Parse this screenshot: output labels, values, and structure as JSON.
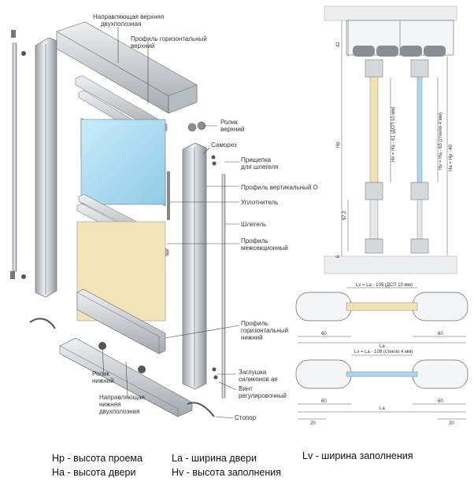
{
  "callouts": {
    "top_guide": [
      "Направляющая верхняя",
      "двухполозная"
    ],
    "top_profile": [
      "Профиль горизонтальный",
      "верхний"
    ],
    "top_roller": [
      "Ролик",
      "верхний"
    ],
    "screw": "Саморез",
    "clip": [
      "Прищепка",
      "для шлегеля"
    ],
    "vertical_profile": "Профиль вертикальный О",
    "seal": "Уплотнитель",
    "schlegel": "Шлегель",
    "midsection_profile": [
      "Профиль",
      "межсекционный"
    ],
    "bottom_profile": [
      "Профиль",
      "горизонтальный",
      "нижний"
    ],
    "bottom_roller": [
      "Ролик",
      "нижний"
    ],
    "bottom_guide": [
      "Направляющая",
      "нижняя",
      "двухполозная"
    ],
    "silicone_plug": [
      "Заглушка",
      "силиконов ая"
    ],
    "adjust_screw": [
      "Винт",
      "регулировочный"
    ],
    "stopper": "Стопор"
  },
  "section": {
    "h42": "42",
    "hp": "Hp",
    "ha_minus_40": "Ha = Hp - 40",
    "hv_dsp": "Hv = Ha - 61 (ДСП 10 мм)",
    "hv_glass": "Hv = Ha - 63 (стекло 4 мм)",
    "h57": "57,2",
    "h6": "6"
  },
  "plan_top": {
    "formula": "Lv = La - 105 (ДСП 10 мм)",
    "w_left": "60",
    "w_right": "60",
    "la": "La"
  },
  "plan_bottom": {
    "formula": "Lv = La - 108 (стекло 4 мм)",
    "w_left": "60",
    "w_right": "60",
    "la": "La",
    "w20a": "20",
    "w20b": "20"
  },
  "legend": {
    "hp": "Hp - высота проема",
    "ha": "Ha - высота двери",
    "la": "La - ширина двери",
    "hv": "Hv - высота заполнения",
    "lv": "Lv - ширина заполнения"
  },
  "colors": {
    "glass": "#a9d8ee",
    "panel": "#f0e2b4",
    "aluminium": "#d6d8db",
    "line": "#555555"
  }
}
